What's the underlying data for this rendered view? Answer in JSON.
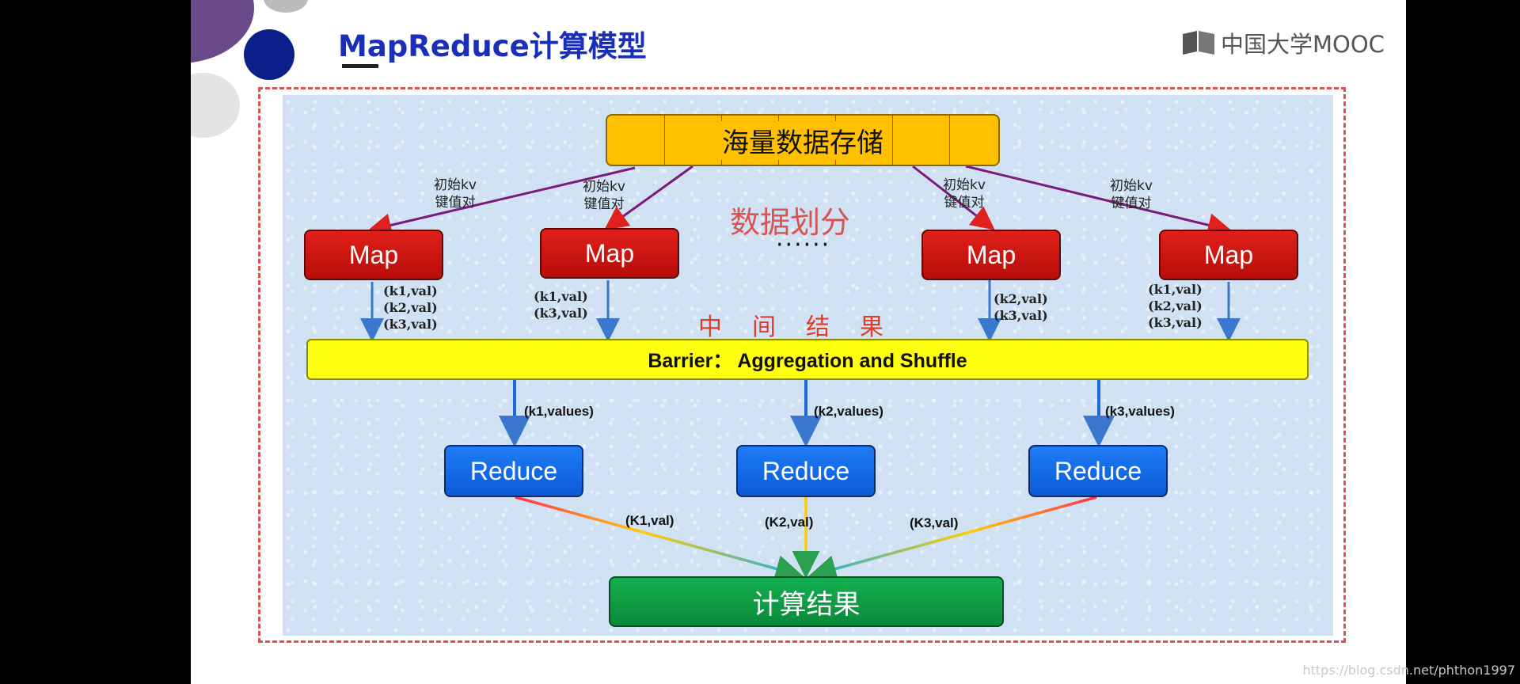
{
  "title": "MapReduce计算模型",
  "logo": {
    "text": "中国大学MOOC",
    "icon": "book-icon"
  },
  "storage": "海量数据存储",
  "edge_label": [
    "初始kv",
    "键值对"
  ],
  "partition_label": "数据划分",
  "ellipsis": "······",
  "map_label": "Map",
  "intermediate_label": "中间结果",
  "map_outputs": [
    [
      "(k1,val)",
      "(k2,val)",
      "(k3,val)"
    ],
    [
      "(k1,val)",
      "(k3,val)"
    ],
    [
      "(k2,val)",
      "(k3,val)"
    ],
    [
      "(k1,val)",
      "(k2,val)",
      "(k3,val)"
    ]
  ],
  "barrier": "Barrier： Aggregation and Shuffle",
  "reduce_inputs": [
    "(k1,values)",
    "(k2,values)",
    "(k3,values)"
  ],
  "reduce_label": "Reduce",
  "reduce_outputs": [
    "(K1,val)",
    "(K2,val)",
    "(K3,val)"
  ],
  "result": "计算结果",
  "watermark": "https://blog.csdn.net/phthon1997",
  "colors": {
    "title": "#1a2fb8",
    "map": "#d81a14",
    "reduce": "#1670e8",
    "storage": "#ffc000",
    "barrier": "#ffff10",
    "result": "#0fa048",
    "frame": "#d9534f"
  }
}
